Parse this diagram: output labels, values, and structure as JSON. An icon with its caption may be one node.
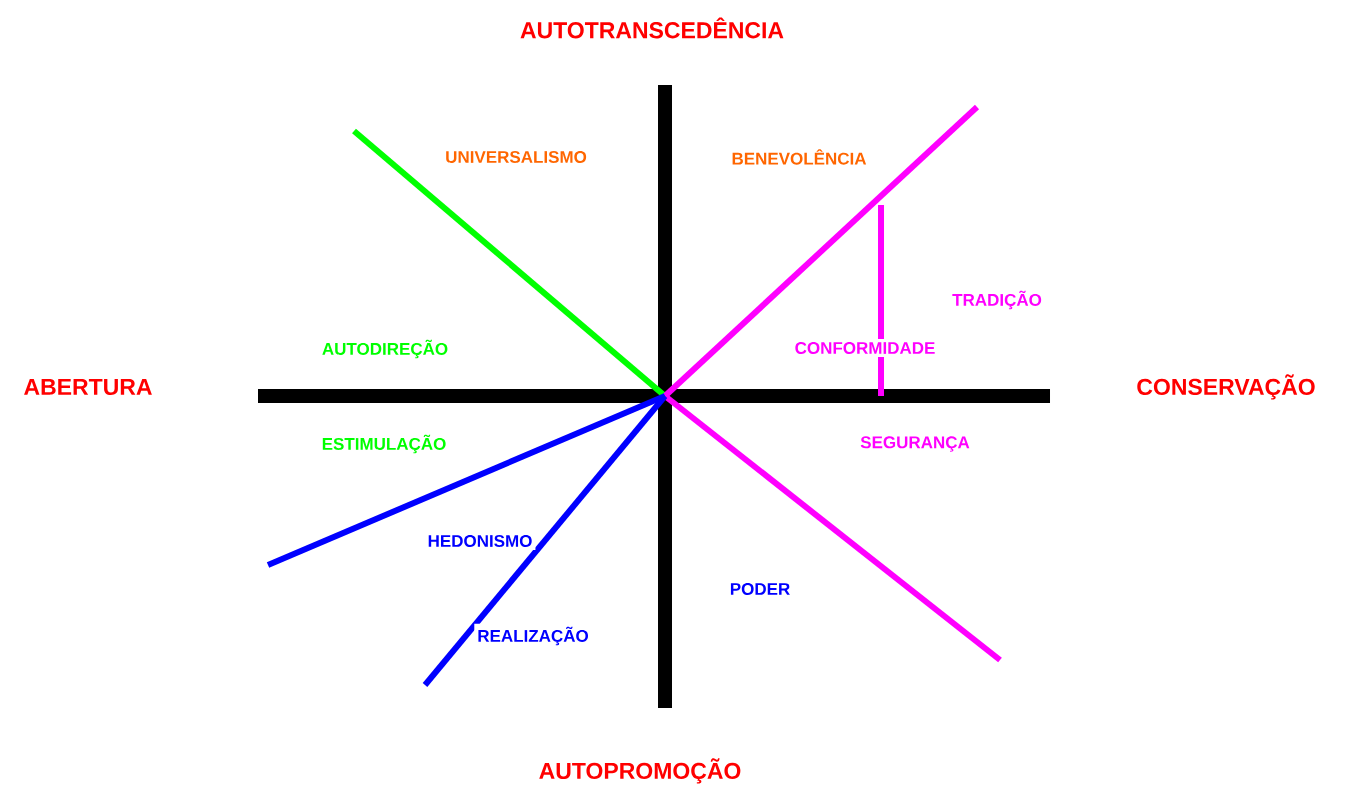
{
  "diagram": {
    "labels": [
      "AUTOTRANSCEDÊNCIA",
      "UNIVERSALISMO",
      "BENEVOLÊNCIA",
      "TRADIÇÃO",
      "AUTODIREÇÃO",
      "CONFORMIDADE",
      "ABERTURA",
      "CONSERVAÇÃO",
      "ESTIMULAÇÃO",
      "SEGURANÇA",
      "HEDONISMO",
      "PODER",
      "REALIZAÇÃO",
      "AUTOPROMOÇÃO"
    ]
  }
}
